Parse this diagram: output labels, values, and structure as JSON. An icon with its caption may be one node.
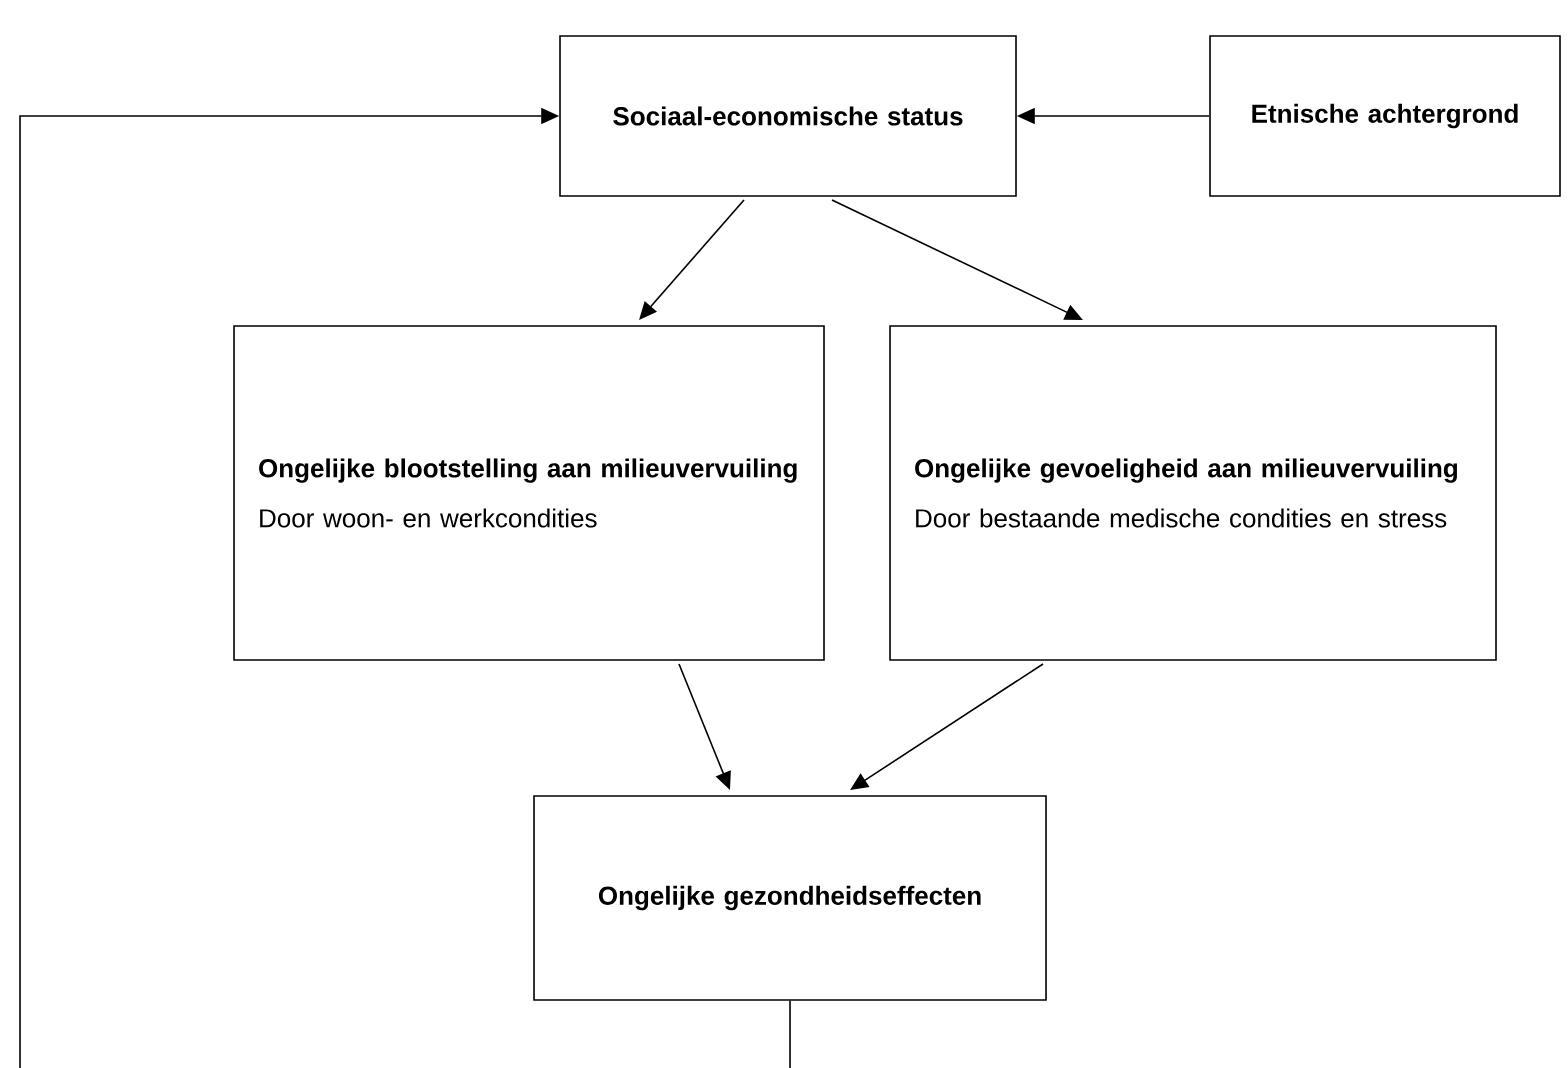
{
  "diagram": {
    "nodes": [
      {
        "text": [
          "Sociaal-economische status"
        ]
      },
      {
        "text": [
          "Etnische achtergrond"
        ]
      },
      {
        "text": [
          "Ongelijke blootstelling aan milieuvervuiling",
          "Door woon- en werkcondities"
        ]
      },
      {
        "text": [
          "Ongelijke gevoeligheid aan milieuvervuiling",
          "Door bestaande medische condities en stress"
        ]
      },
      {
        "text": [
          "Ongelijke gezondheidseffecten"
        ]
      }
    ],
    "edges": [
      {
        "from": 1,
        "to": 0,
        "arrow": "to"
      },
      {
        "from": 0,
        "to": 2,
        "arrow": "to"
      },
      {
        "from": 0,
        "to": 3,
        "arrow": "to"
      },
      {
        "from": 2,
        "to": 4,
        "arrow": "to"
      },
      {
        "from": 3,
        "to": 4,
        "arrow": "to"
      },
      {
        "from": 4,
        "to": 0,
        "arrow": "to"
      }
    ]
  }
}
